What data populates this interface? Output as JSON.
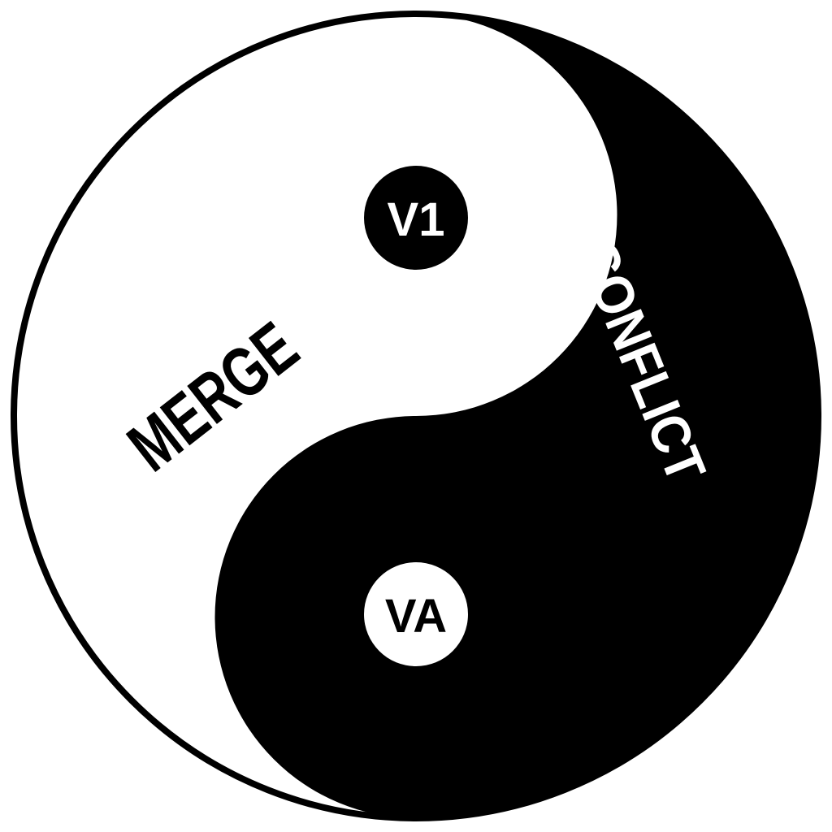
{
  "symbol": {
    "top_dot_label": "V1",
    "bottom_dot_label": "VA",
    "light_side_word": "MERGE",
    "dark_side_word": "CONFLICT",
    "colors": {
      "light": "#ffffff",
      "dark": "#000000"
    }
  }
}
